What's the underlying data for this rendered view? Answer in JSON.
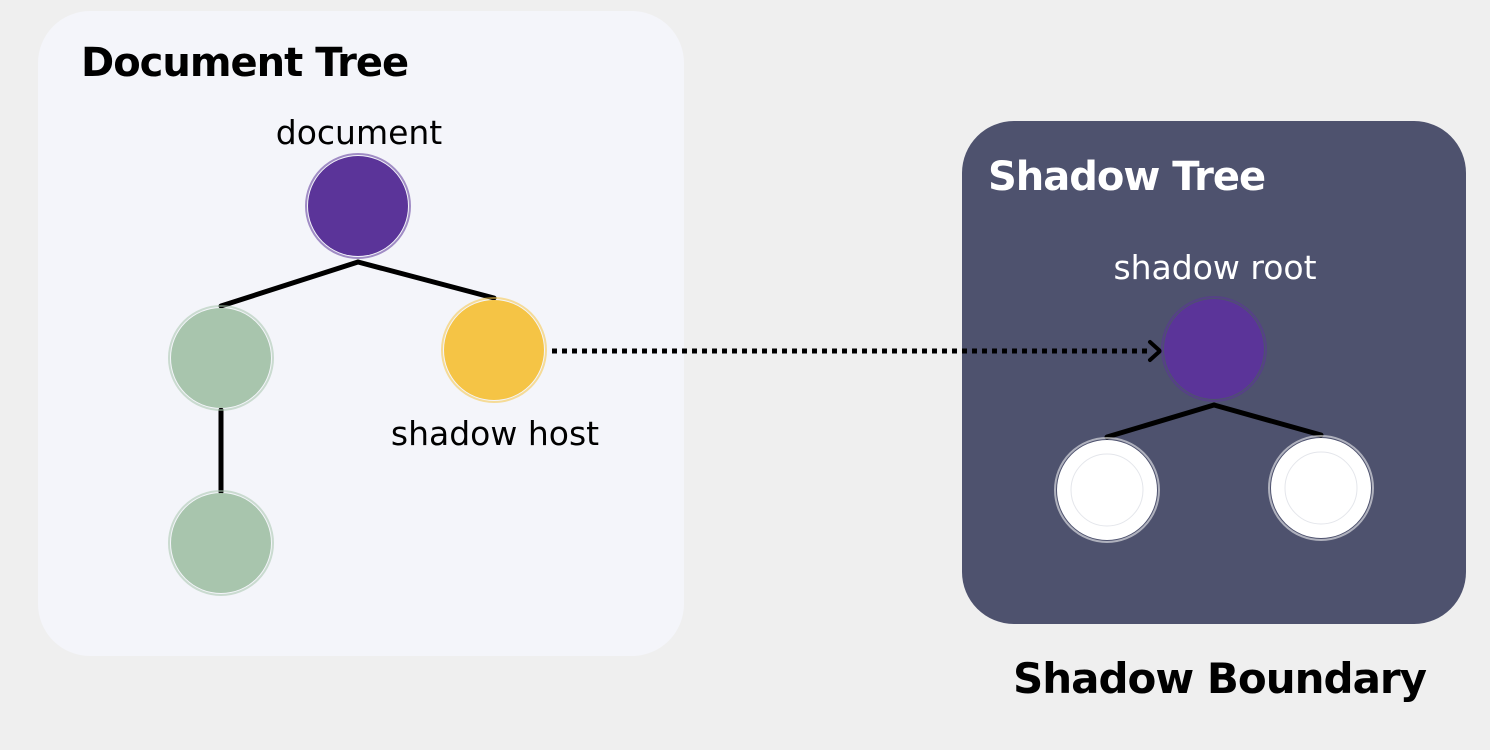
{
  "document_tree": {
    "title": "Document Tree",
    "panel_color": "#f4f5fa",
    "title_color": "#000000"
  },
  "shadow_tree": {
    "title": "Shadow Tree",
    "panel_color": "#4e526e",
    "title_color": "#ffffff"
  },
  "boundary_label": "Shadow Boundary",
  "nodes": {
    "document": {
      "label": "document",
      "color": "#5b3499",
      "label_color": "#000000"
    },
    "child_left": {
      "color": "#a8c5ad"
    },
    "grandchild": {
      "color": "#a8c5ad"
    },
    "shadow_host": {
      "label": "shadow host",
      "color": "#f5c445",
      "label_color": "#000000"
    },
    "shadow_root": {
      "label": "shadow root",
      "color": "#5b3499",
      "label_color": "#ffffff"
    },
    "shadow_child_left": {
      "color": "#ffffff"
    },
    "shadow_child_right": {
      "color": "#ffffff"
    }
  },
  "edge_color": "#000000",
  "connector": {
    "style": "dotted-arrow",
    "color": "#000000"
  }
}
